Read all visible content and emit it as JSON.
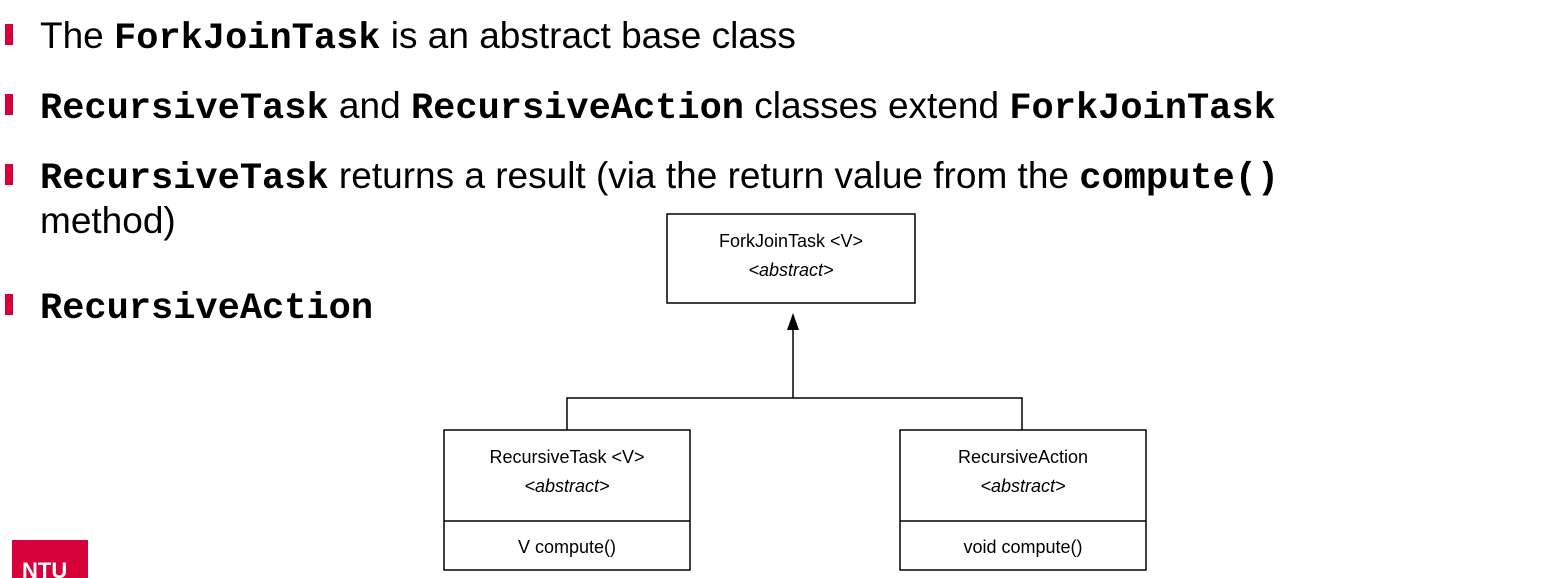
{
  "bullets": [
    {
      "pre": "The ",
      "code1": "ForkJoinTask",
      "post": " is an abstract base class"
    },
    {
      "code1": "RecursiveTask",
      "mid": " and ",
      "code2": "RecursiveAction",
      "post": " classes extend ",
      "code3": "ForkJoinTask"
    },
    {
      "code1": "RecursiveTask",
      "post": " returns a result (via the return value from the ",
      "code2": "compute()",
      "cont": "method)"
    },
    {
      "code1": "RecursiveAction"
    }
  ],
  "diagram": {
    "parent": {
      "name": "ForkJoinTask <V>",
      "stereotype": "<abstract>"
    },
    "children": [
      {
        "name": "RecursiveTask <V>",
        "stereotype": "<abstract>",
        "method": "V compute()"
      },
      {
        "name": "RecursiveAction",
        "stereotype": "<abstract>",
        "method": "void compute()"
      }
    ]
  },
  "logo": {
    "text": "NTU"
  },
  "colors": {
    "accent": "#d6003b"
  }
}
